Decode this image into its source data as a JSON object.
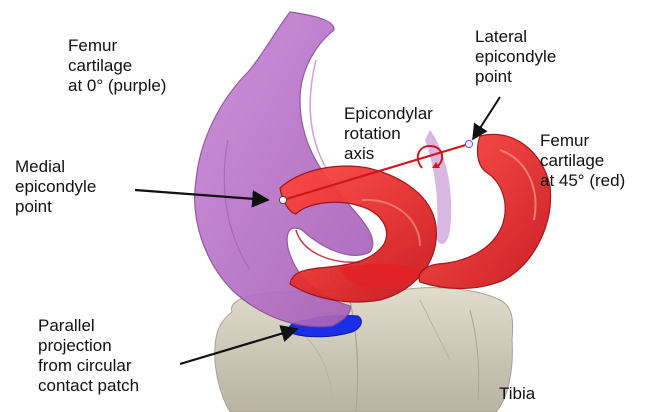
{
  "labels": {
    "femur_0": "Femur\ncartilage\nat 0° (purple)",
    "lateral_point": "Lateral\nepicondyle\npoint",
    "rotation_axis": "Epicondylar\nrotation\naxis",
    "femur_45": "Femur\ncartilage\nat 45° (red)",
    "medial_point": "Medial\nepicondyle\npoint",
    "projection": "Parallel\nprojection\nfrom circular\ncontact patch",
    "tibia": "Tibia"
  },
  "colors": {
    "femur_0_purple": "#c77fd6",
    "femur_45_red": "#e8262a",
    "tibia": "#cfc9b9",
    "contact_patch_blue": "#1a2ee8",
    "axis_line": "#d0151b"
  }
}
